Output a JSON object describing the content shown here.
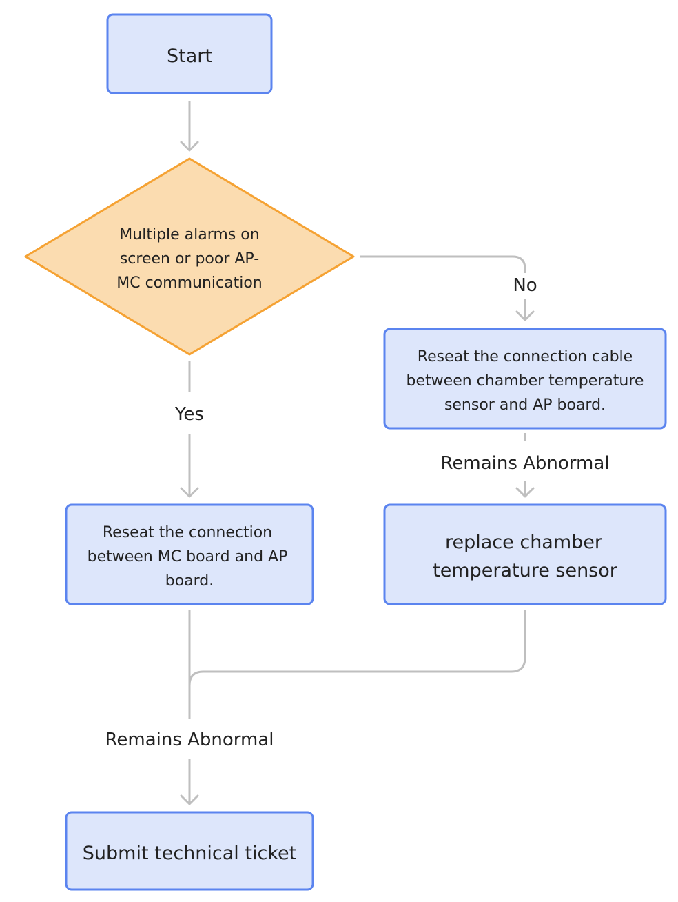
{
  "flowchart": {
    "start": {
      "label": "Start"
    },
    "decision": {
      "lines": [
        "Multiple alarms on",
        "screen or poor AP-",
        "MC communication"
      ]
    },
    "reseat_cable": {
      "lines": [
        "Reseat the connection cable",
        "between chamber temperature",
        "sensor and AP board."
      ]
    },
    "reseat_mc_ap": {
      "lines": [
        "Reseat the connection",
        "between MC board and AP",
        "board."
      ]
    },
    "replace_sensor": {
      "lines": [
        "replace chamber",
        "temperature sensor"
      ]
    },
    "submit_ticket": {
      "label": "Submit technical ticket"
    },
    "edges": {
      "no_label": "No",
      "yes_label": "Yes",
      "abnormal_right": "Remains Abnormal",
      "abnormal_bottom": "Remains Abnormal"
    }
  },
  "colors": {
    "process_fill": "#dde6fb",
    "process_stroke": "#5b84ef",
    "decision_fill": "#fbdcb0",
    "decision_stroke": "#f5a233",
    "connector": "#bfbfbf",
    "text": "#222222"
  }
}
